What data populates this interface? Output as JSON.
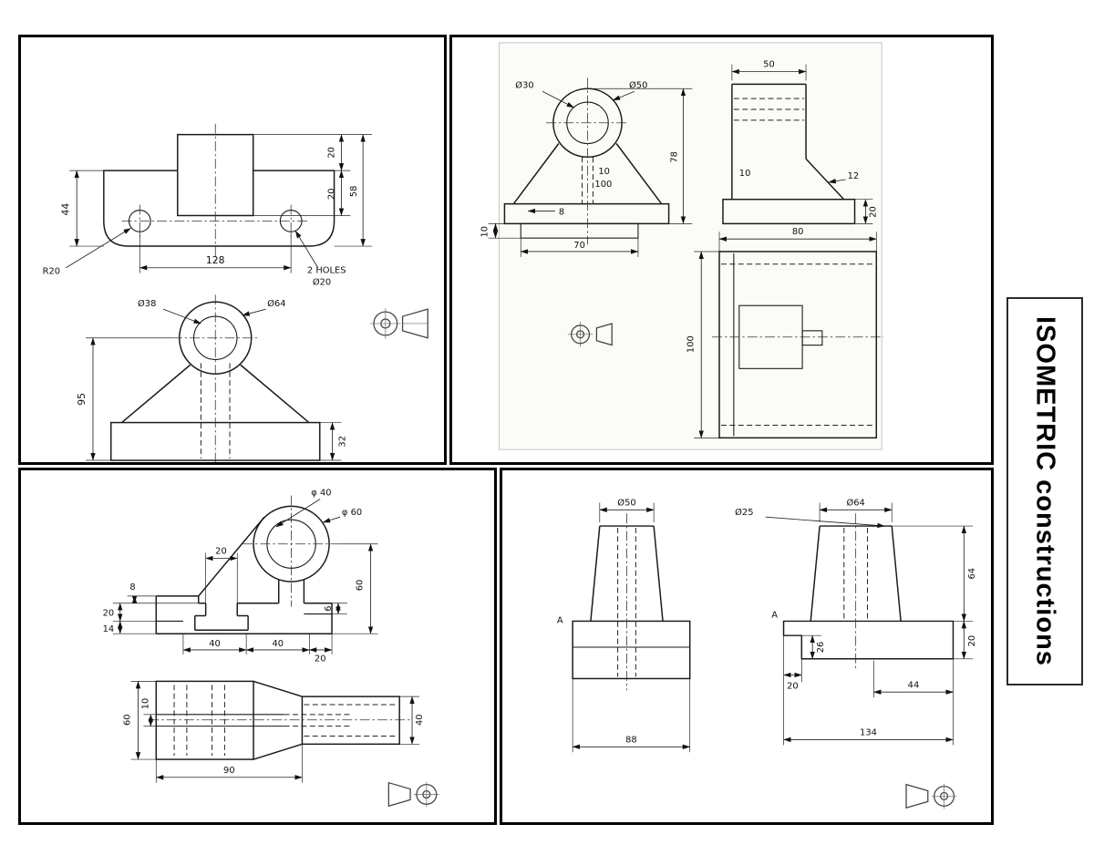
{
  "page": {
    "title": "ISOMETRIC constructions"
  },
  "panel_tl": {
    "labels": {
      "v44": "44",
      "v20a": "20",
      "v20b": "20",
      "v58": "58",
      "r20": "R20",
      "v128": "128",
      "holes1": "2 HOLES",
      "holes2": "Ø20",
      "d38": "Ø38",
      "d64": "Ø64",
      "v95": "95",
      "v32": "32"
    }
  },
  "panel_tr": {
    "labels": {
      "d30": "Ø30",
      "d50": "Ø50",
      "t10": "10",
      "t100": "100",
      "a8": "8",
      "v78": "78",
      "s10": "10",
      "w70": "70",
      "w50": "50",
      "side10": "10",
      "side12": "12",
      "side20": "20",
      "w80": "80",
      "h100": "100"
    }
  },
  "panel_bl": {
    "labels": {
      "p40": "φ 40",
      "p60": "φ 60",
      "t20": "20",
      "l8": "8",
      "l20": "20",
      "l14": "14",
      "b40a": "40",
      "b40b": "40",
      "b20": "20",
      "r6": "6",
      "r60": "60",
      "pv60": "60",
      "pv10": "10",
      "pv40": "40",
      "pv90": "90"
    }
  },
  "panel_br": {
    "labels": {
      "d50": "Ø50",
      "d25": "Ø25",
      "d64": "Ø64",
      "aL": "A",
      "aR": "A",
      "r64": "64",
      "r20": "20",
      "n26": "26",
      "n20": "20",
      "n44": "44",
      "w88": "88",
      "w134": "134"
    }
  }
}
